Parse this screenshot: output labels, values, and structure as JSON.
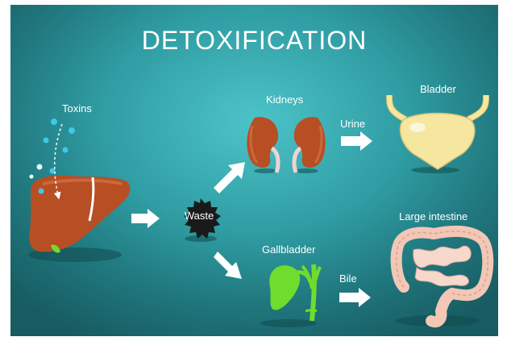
{
  "title": "DETOXIFICATION",
  "labels": {
    "toxins": "Toxins",
    "kidneys": "Kidneys",
    "urine": "Urine",
    "bladder": "Bladder",
    "waste": "Waste",
    "gallbladder": "Gallbladder",
    "bile": "Bile",
    "large_intestine": "Large intestine"
  },
  "colors": {
    "background": "#2f9da3",
    "liver": "#b84e24",
    "kidney": "#b84e24",
    "bladder": "#f5e6a0",
    "gallbladder": "#6fdc2e",
    "intestine": "#f2c7b6",
    "waste": "#1a1a1a",
    "toxin_dots": "#3ec9e8"
  }
}
